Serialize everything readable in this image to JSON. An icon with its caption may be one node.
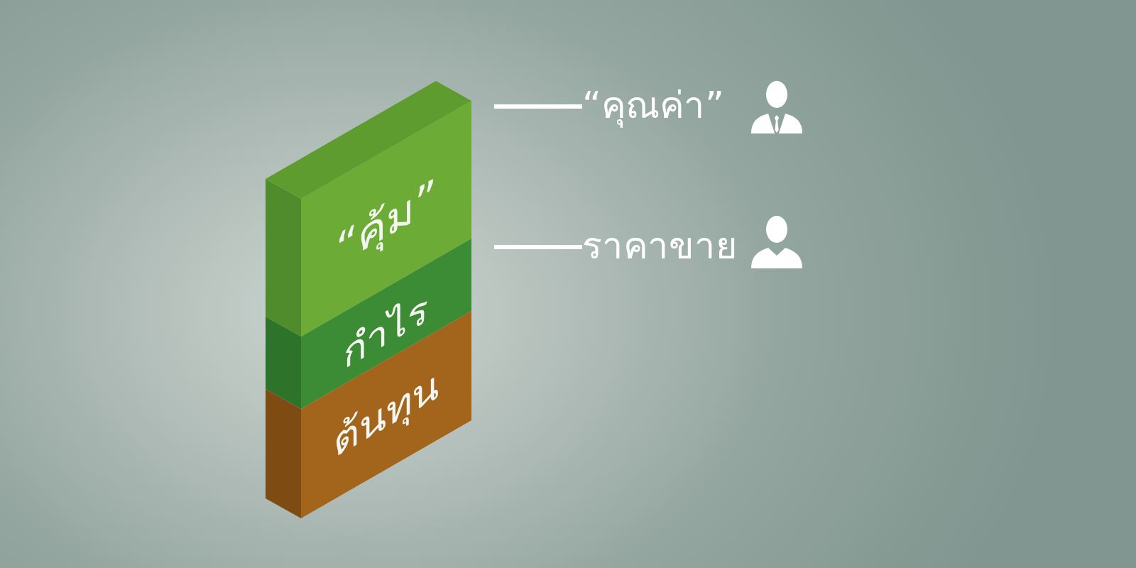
{
  "diagram": {
    "nodes": [
      {
        "text": [
          "“คุ้ม”"
        ]
      },
      {
        "text": [
          "กำไร"
        ]
      },
      {
        "text": [
          "ต้นทุน"
        ]
      },
      {
        "text": [
          "“คุณค่า”"
        ]
      },
      {
        "text": [
          "ราคาขาย"
        ]
      }
    ],
    "edges": [
      {
        "from": 3,
        "to": null,
        "arrow": "none"
      },
      {
        "from": 4,
        "to": null,
        "arrow": "none"
      }
    ]
  }
}
